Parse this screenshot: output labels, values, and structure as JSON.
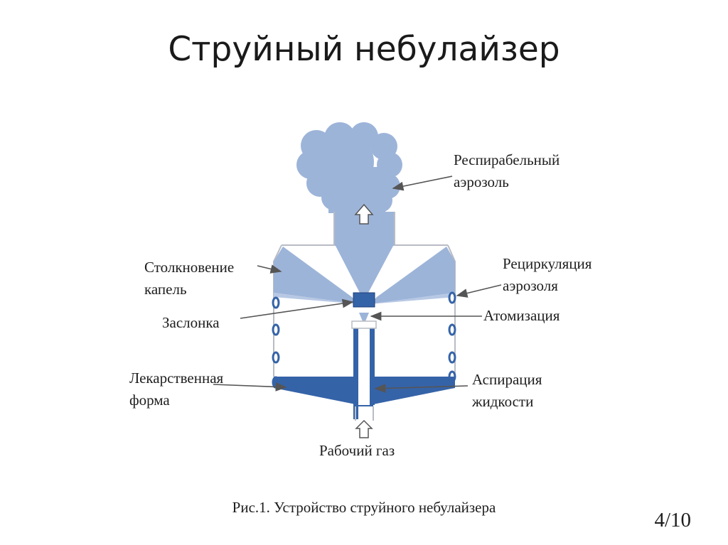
{
  "slide": {
    "title": "Струйный небулайзер",
    "caption": "Рис.1. Устройство струйного небулайзера",
    "page_number": "4/10"
  },
  "diagram": {
    "labels": {
      "respirable_aerosol_line1": "Респирабельный",
      "respirable_aerosol_line2": "аэрозоль",
      "droplet_collision_line1": "Столкновение",
      "droplet_collision_line2": "капель",
      "aerosol_recirculation_line1": "Рециркуляция",
      "aerosol_recirculation_line2": "аэрозоля",
      "baffle": "Заслонка",
      "atomization": "Атомизация",
      "drug_form_line1": "Лекарственная",
      "drug_form_line2": "форма",
      "liquid_aspiration_line1": "Аспирация",
      "liquid_aspiration_line2": "жидкости",
      "working_gas": "Рабочий газ"
    },
    "colors": {
      "aerosol": "#9db4d9",
      "liquid": "#3563a8",
      "outline": "#b8bcc4",
      "pointer": "#555555"
    }
  }
}
